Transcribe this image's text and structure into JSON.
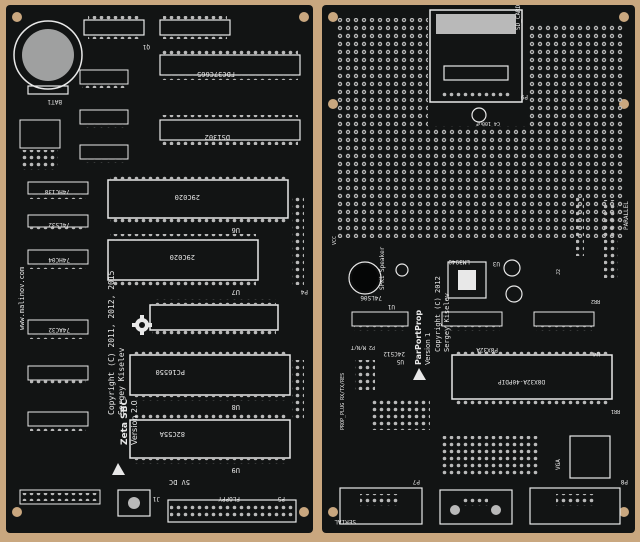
{
  "colors": {
    "background": "#c9a77f",
    "pcb": "#121414",
    "silkscreen": "#e8e8e8",
    "pad": "#b9b9b9"
  },
  "board_left": {
    "title": "Zeta SBC",
    "version": "Version 2.0",
    "url": "www.malinov.com",
    "copyright": "Copyright (C) 2011, 2012, 2015",
    "author": "Sergey Kiselev",
    "floppy": "FLOPPY",
    "chips": {
      "u6": "U6",
      "u7": "U7",
      "u8": "U8",
      "u9": "U9",
      "ram1": "29C020",
      "ram2": "29C020",
      "uart": "PC16550",
      "ppi": "82C55A",
      "fdc": "FDC37C665",
      "rtc": "DS1302",
      "logic1": "74HC138",
      "logic2": "74LS32",
      "logic3": "74HC04",
      "logic4": "74AC32"
    },
    "labels": {
      "vdc": "5V DC",
      "p4": "P4",
      "p5": "P5",
      "j1": "J1",
      "q1": "Q1",
      "battery": "BAT1"
    }
  },
  "board_right": {
    "title": "ParPortProp",
    "version": "Version 1",
    "copyright": "Copyright (C) 2012",
    "author": "Sergey Kiselev",
    "sd_card": "SD_CARD",
    "serial": "SERIAL",
    "vga": "VGA",
    "parallel": "PARALLEL",
    "chips": {
      "u1": "U1",
      "u3": "U3",
      "u4": "U4",
      "u5": "U5",
      "prop": "P8X32A",
      "prop_code": "D8X32A-40PDIP",
      "shift": "74LS06",
      "eeprom": "24C512",
      "reg": "LM3940"
    },
    "labels": {
      "p7": "P7",
      "p8": "P8",
      "p9": "P9",
      "spk": "SPK1 Speaker",
      "prop_plug": "PROP_PLUG RX/TX/RES",
      "p2": "P2 M/N/T",
      "vcc": "VCC",
      "rr1": "RR1",
      "rr2": "RR2",
      "j2": "J2",
      "c4": "C4 100uF"
    }
  }
}
